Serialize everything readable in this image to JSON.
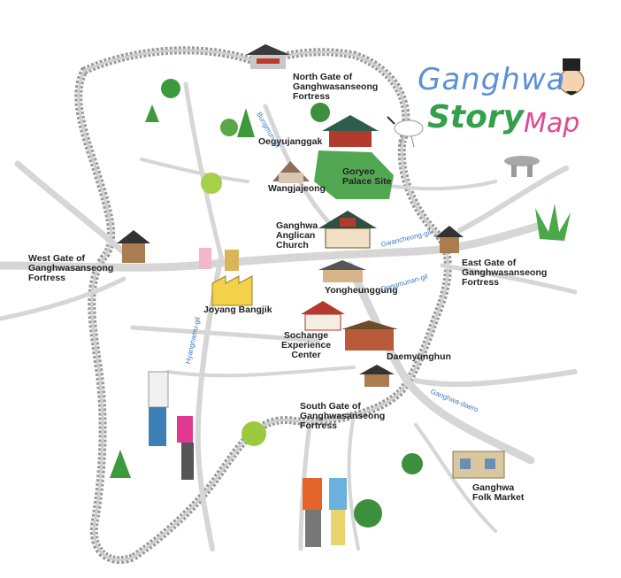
{
  "title": {
    "line1": "Ganghwa",
    "story": "Story",
    "map": "Map"
  },
  "places": {
    "north_gate": [
      "North Gate of",
      "Ganghwasanseong",
      "Fortress"
    ],
    "oegyujanggak": [
      "Oegyujanggak"
    ],
    "goryeo_palace": [
      "Goryeo",
      "Palace Site"
    ],
    "wangjajeong": [
      "Wangjajeong"
    ],
    "anglican_church": [
      "Ganghwa",
      "Anglican",
      "Church"
    ],
    "west_gate": [
      "West Gate of",
      "Ganghwasanseong",
      "Fortress"
    ],
    "east_gate": [
      "East Gate of",
      "Ganghwasanseong",
      "Fortress"
    ],
    "yongheunggung": [
      "Yongheunggung"
    ],
    "joyang_bangjik": [
      "Joyang Bangjik"
    ],
    "sochange": [
      "Sochange",
      "Experience",
      "Center"
    ],
    "daemyunghun": [
      "Daemyunghun"
    ],
    "south_gate": [
      "South Gate of",
      "Ganghwasanseong",
      "Fortress"
    ],
    "folk_market": [
      "Ganghwa",
      "Folk Market"
    ]
  },
  "roads": {
    "bungmun": "Bungmun-gil",
    "gwancheong": "Gwancheong-gil",
    "dongmunan": "Dongmunan-gil",
    "hyangnamu": "Hyangnamu-gil",
    "ganghwa_daero": "Ganghwa-daero"
  },
  "colors": {
    "title_blue": "#5c8fd6",
    "title_green": "#34a04b",
    "title_pink": "#e0498f",
    "road_label": "#3b7bc2",
    "wall": "#bdbdbd",
    "road": "#d9d9d9",
    "tree": "#4aa84a",
    "palace_green": "#3f9e3f"
  }
}
